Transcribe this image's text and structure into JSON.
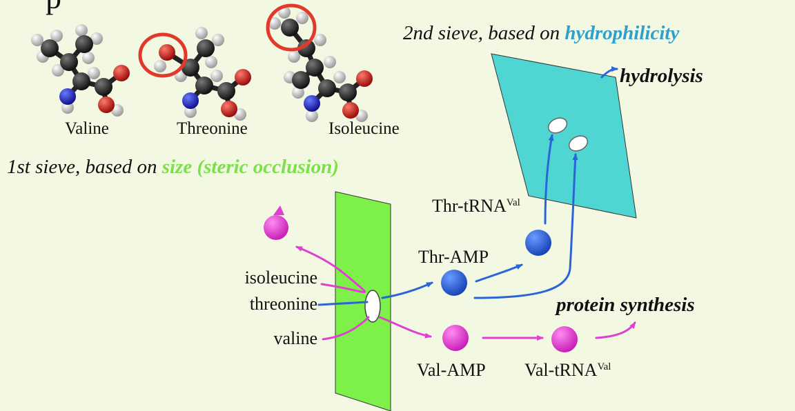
{
  "title_fragment": "p",
  "molecules": [
    {
      "key": "valine",
      "label": "Valine"
    },
    {
      "key": "threonine",
      "label": "Threonine"
    },
    {
      "key": "isoleucine",
      "label": "Isoleucine"
    }
  ],
  "sieve1": {
    "prefix": "1st sieve, based on ",
    "highlight": "size (steric occlusion)"
  },
  "sieve2": {
    "prefix": "2nd sieve, based on ",
    "highlight": "hydrophilicity"
  },
  "inputs": {
    "isoleucine": "isoleucine",
    "threonine": "threonine",
    "valine": "valine"
  },
  "products": {
    "thr_trna": {
      "base": "Thr-tRNA",
      "sup": "Val"
    },
    "thr_amp": "Thr-AMP",
    "val_amp": "Val-AMP",
    "val_trna": {
      "base": "Val-tRNA",
      "sup": "Val"
    }
  },
  "outcomes": {
    "hydrolysis": "hydrolysis",
    "protein_synthesis": "protein synthesis"
  },
  "colors": {
    "background": "#f2f8e2",
    "sieve1": "#7ef04a",
    "sieve2": "#4fd6d2",
    "magenta": "#e040d0",
    "blue": "#2a64d8",
    "carbon": "#2a2a2a",
    "hydrogen": "#d8d8d8",
    "oxygen": "#cc1a1a",
    "nitrogen": "#2a2ac0",
    "circle": "#e23a2a"
  }
}
